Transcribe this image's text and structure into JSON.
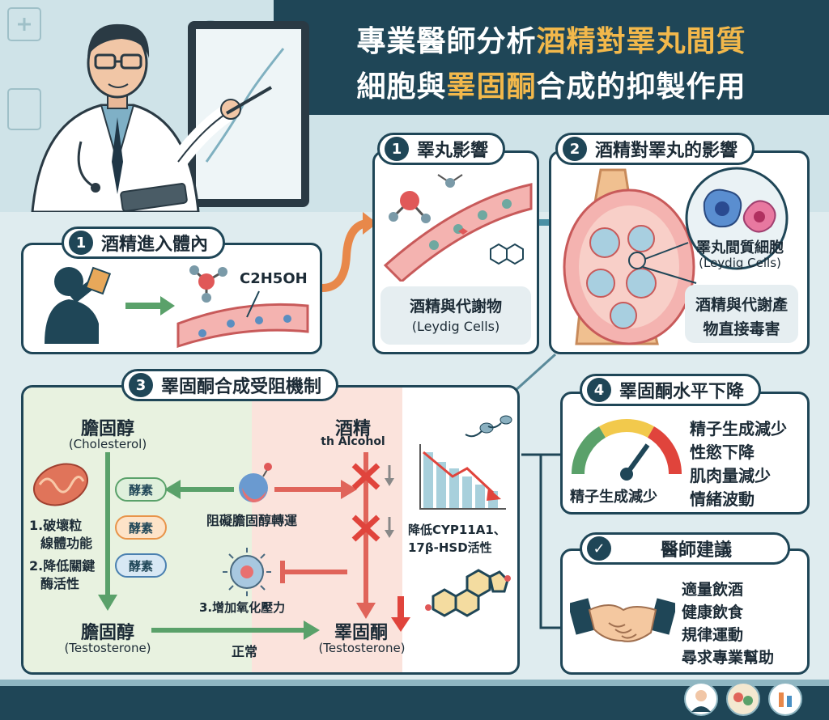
{
  "title": {
    "line1_a": "專業醫師分析",
    "line1_b": "酒精對睪丸間質",
    "line2_a": "細胞與",
    "line2_b": "睪固酮",
    "line2_c": "合成的抑製作用"
  },
  "step1": {
    "num": "1",
    "label": "酒精進入體內",
    "formula": "C2H5OH"
  },
  "step1b": {
    "num": "1",
    "label": "睪丸影響",
    "caption_line1": "酒精與代謝物",
    "caption_line2": "(Leydig Cells)"
  },
  "step2": {
    "num": "2",
    "label": "酒精對睪丸的影響",
    "cell_label_line1": "睪丸間質細胞",
    "cell_label_line2": "(Leydig Cells)",
    "toxic_line1": "酒精與代謝產",
    "toxic_line2": "物直接毒害"
  },
  "step3": {
    "num": "3",
    "label": "睪固酮合成受阻機制",
    "chol_top": "膽固醇",
    "chol_top_en": "(Cholesterol)",
    "chol_bottom": "膽固醇",
    "chol_bottom_en": "(Testosterone)",
    "alcohol": "酒精",
    "alcohol_en": "th Alcohol",
    "enzymes": [
      "酵素",
      "酵素",
      "酵素"
    ],
    "block_transport": "阻礙膽固醇轉運",
    "effect1_line1": "1.破壞粒",
    "effect1_line2": "線體功能",
    "effect2_line1": "2.降低關鍵",
    "effect2_line2": "酶活性",
    "effect3": "3.增加氧化壓力",
    "normal": "正常",
    "testo": "睪固酮",
    "testo_en": "(Testosterone)",
    "cyp_line1": "降低CYP11A1、",
    "cyp_line2": "17β-HSD活性"
  },
  "step4": {
    "num": "4",
    "label": "睪固酮水平下降",
    "gauge_label": "精子生成減少",
    "effects": [
      "精子生成減少",
      "性慾下降",
      "肌肉量減少",
      "情緒波動"
    ]
  },
  "advice": {
    "label": "醫師建議",
    "items": [
      "適量飲酒",
      "健康飲食",
      "規律運動",
      "尋求專業幫助"
    ]
  },
  "colors": {
    "navy": "#1f4657",
    "gold": "#f2b84b",
    "red": "#e0443c",
    "green": "#5aa16a"
  }
}
